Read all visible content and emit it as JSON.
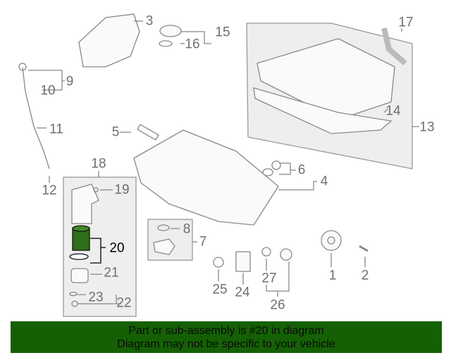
{
  "labels": {
    "p1": "1",
    "p2": "2",
    "p3": "3",
    "p4": "4",
    "p5": "5",
    "p6": "6",
    "p7": "7",
    "p8": "8",
    "p9": "9",
    "p10": "10",
    "p11": "11",
    "p12": "12",
    "p13": "13",
    "p14": "14",
    "p15": "15",
    "p16": "16",
    "p17": "17",
    "p18": "18",
    "p19": "19",
    "p20": "20",
    "p21": "21",
    "p22": "22",
    "p23": "23",
    "p24": "24",
    "p25": "25",
    "p26": "26",
    "p27": "27"
  },
  "highlight_color": "#2f6e1a",
  "banner": {
    "line1": "Part or sub-assembly is #20 in diagram",
    "line2": "Diagram may not be specific to your vehicle",
    "color": "#156005"
  }
}
